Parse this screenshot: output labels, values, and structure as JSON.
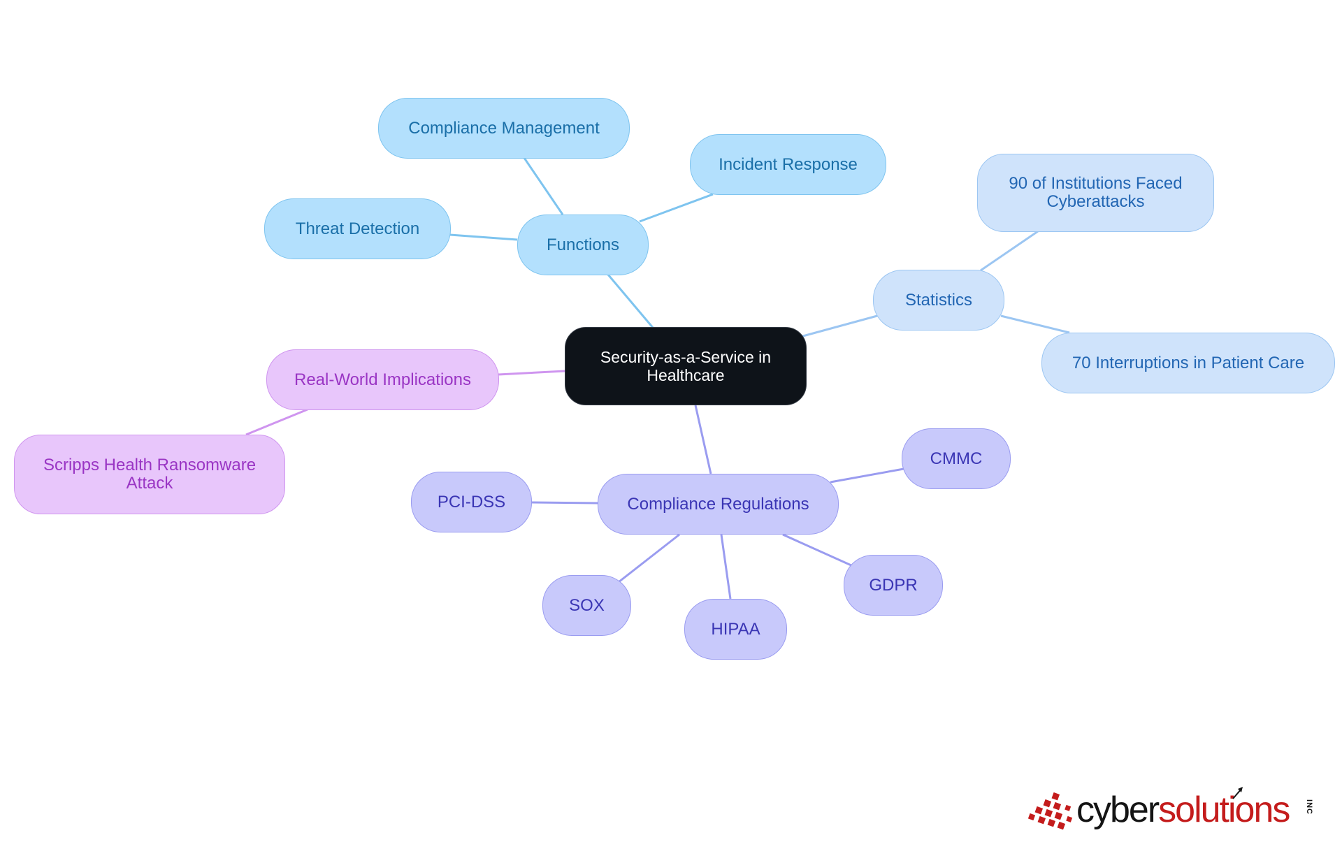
{
  "mindmap": {
    "root": "Security-as-a-Service in Healthcare",
    "branches": {
      "functions": {
        "label": "Functions",
        "children": [
          "Compliance Management",
          "Incident Response",
          "Threat Detection"
        ]
      },
      "statistics": {
        "label": "Statistics",
        "children": [
          "90 of Institutions Faced Cyberattacks",
          "70 Interruptions in Patient Care"
        ]
      },
      "implications": {
        "label": "Real-World Implications",
        "children": [
          "Scripps Health Ransomware Attack"
        ]
      },
      "regulations": {
        "label": "Compliance Regulations",
        "children": [
          "CMMC",
          "PCI-DSS",
          "GDPR",
          "SOX",
          "HIPAA"
        ]
      }
    },
    "colors": {
      "root_fill": "#0e1319",
      "functions_fill": "#b3e0fd",
      "functions_line": "#7ec4ef",
      "statistics_fill": "#cfe3fb",
      "statistics_line": "#9cc6f2",
      "regulations_fill": "#c8c9fb",
      "regulations_line": "#9a9cf0",
      "implications_fill": "#e8c6fb",
      "implications_line": "#cf95ef"
    }
  },
  "logo": {
    "part1": "cyber",
    "part2": "solutions",
    "suffix": "INC",
    "brand_red": "#c41c1c",
    "brand_dark": "#141414"
  }
}
